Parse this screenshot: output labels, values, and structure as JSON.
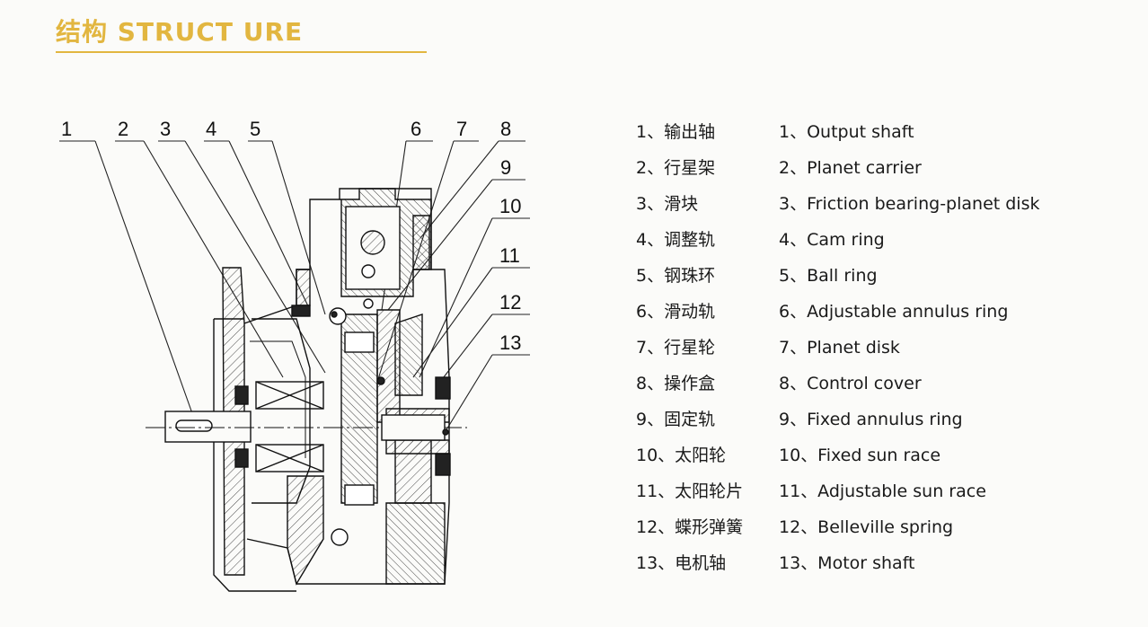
{
  "header": {
    "title": "结构 STRUCT URE",
    "accent_color": "#e2b640",
    "rule_color": "#e2b640"
  },
  "callouts": [
    "1",
    "2",
    "3",
    "4",
    "5",
    "6",
    "7",
    "8",
    "9",
    "10",
    "11",
    "12",
    "13"
  ],
  "legend": [
    {
      "zh": "1、输出轴",
      "en": "1、Output shaft"
    },
    {
      "zh": "2、行星架",
      "en": "2、Planet carrier"
    },
    {
      "zh": "3、滑块",
      "en": "3、Friction bearing-planet disk"
    },
    {
      "zh": "4、调整轨",
      "en": "4、Cam ring"
    },
    {
      "zh": "5、钢珠环",
      "en": "5、Ball ring"
    },
    {
      "zh": "6、滑动轨",
      "en": "6、Adjustable annulus ring"
    },
    {
      "zh": "7、行星轮",
      "en": "7、Planet disk"
    },
    {
      "zh": "8、操作盒",
      "en": "8、Control cover"
    },
    {
      "zh": "9、固定轨",
      "en": "9、Fixed annulus ring"
    },
    {
      "zh": "10、太阳轮",
      "en": "10、Fixed sun race"
    },
    {
      "zh": "11、太阳轮片",
      "en": "11、Adjustable sun race"
    },
    {
      "zh": "12、蝶形弹簧",
      "en": "12、Belleville spring"
    },
    {
      "zh": "13、电机轴",
      "en": "13、Motor shaft"
    }
  ]
}
